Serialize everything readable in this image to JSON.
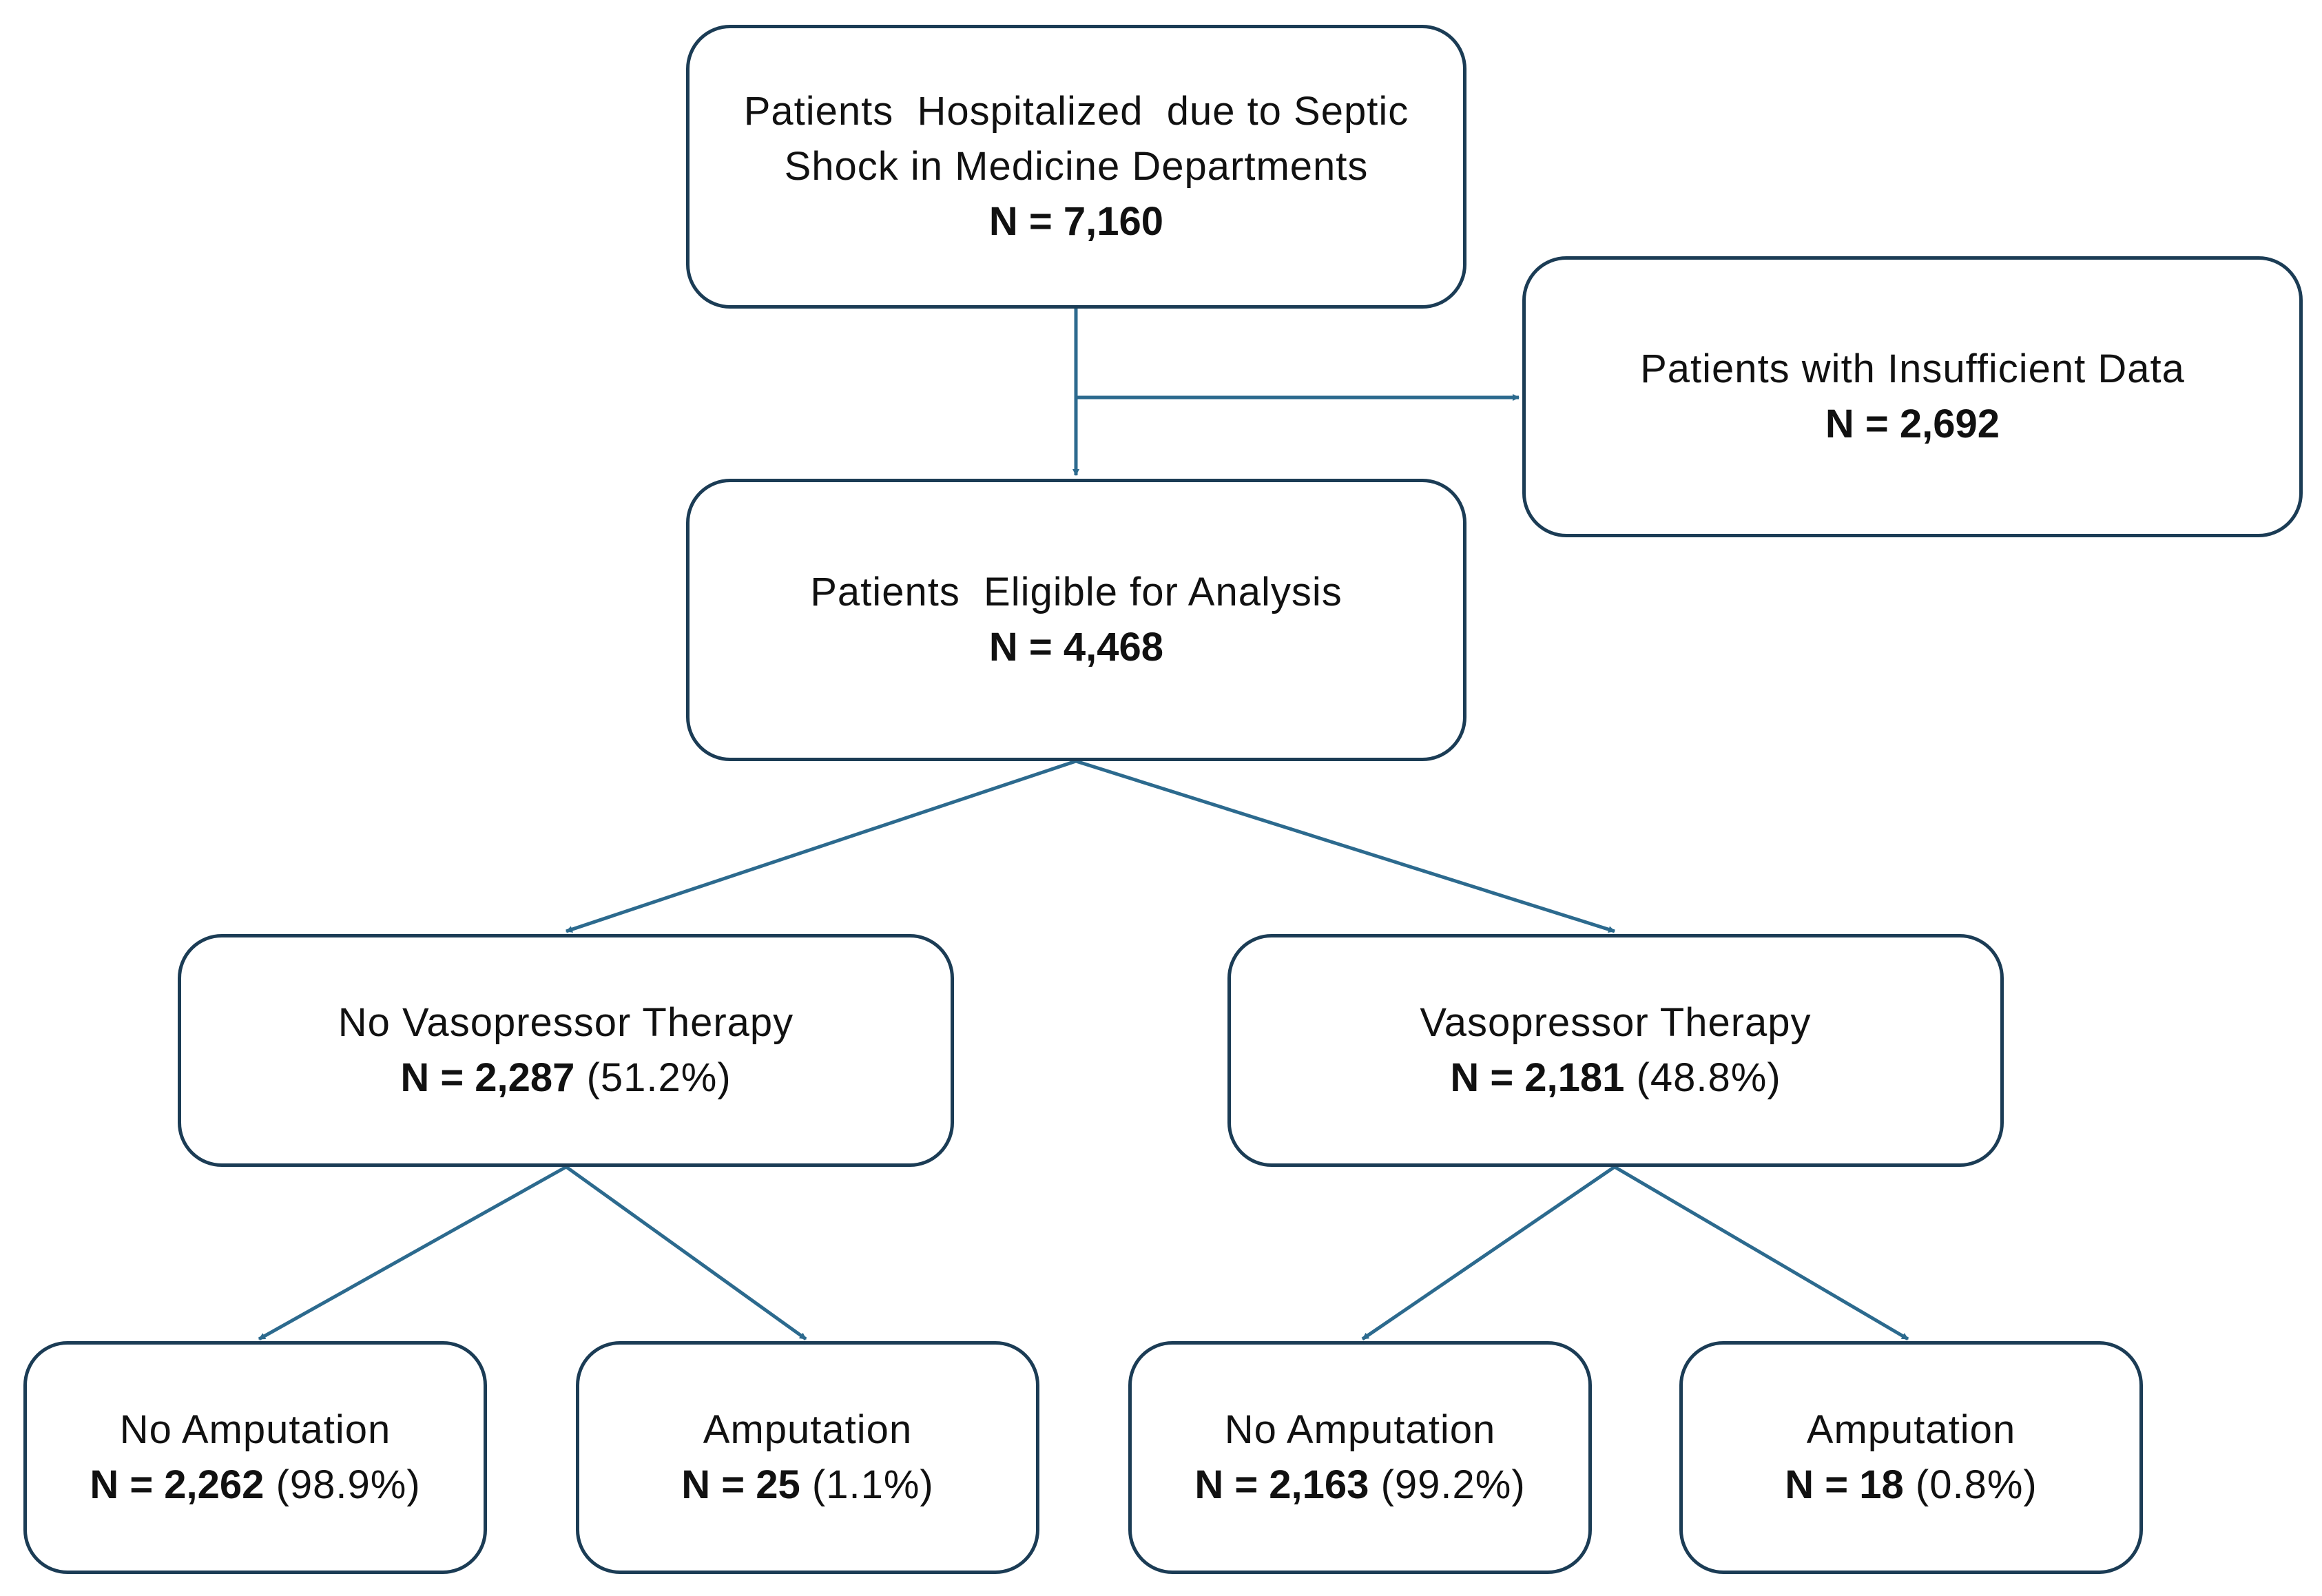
{
  "flowchart": {
    "total": {
      "label_line1": "Patients  Hospitalized  due to Septic",
      "label_line2": "Shock in Medicine Departments",
      "count": "N = 7,160"
    },
    "insufficient": {
      "label": "Patients with Insufficient Data",
      "count": "N = 2,692"
    },
    "eligible": {
      "label": "Patients  Eligible for Analysis",
      "count": "N = 4,468"
    },
    "no_vasopressor": {
      "label": "No Vasopressor Therapy",
      "count": "N = 2,287",
      "pct": "(51.2%)"
    },
    "vasopressor": {
      "label": "Vasopressor Therapy",
      "count": "N = 2,181",
      "pct": "(48.8%)"
    },
    "no_vaso_no_amputation": {
      "label": "No Amputation",
      "count": "N = 2,262",
      "pct": "(98.9%)"
    },
    "no_vaso_amputation": {
      "label": "Amputation",
      "count": "N = 25",
      "pct": "(1.1%)"
    },
    "vaso_no_amputation": {
      "label": "No Amputation",
      "count": "N = 2,163",
      "pct": "(99.2%)"
    },
    "vaso_amputation": {
      "label": "Amputation",
      "count": "N = 18",
      "pct": "(0.8%)"
    }
  },
  "colors": {
    "box_border": "#1b3c55",
    "arrow": "#2c6a8e"
  }
}
